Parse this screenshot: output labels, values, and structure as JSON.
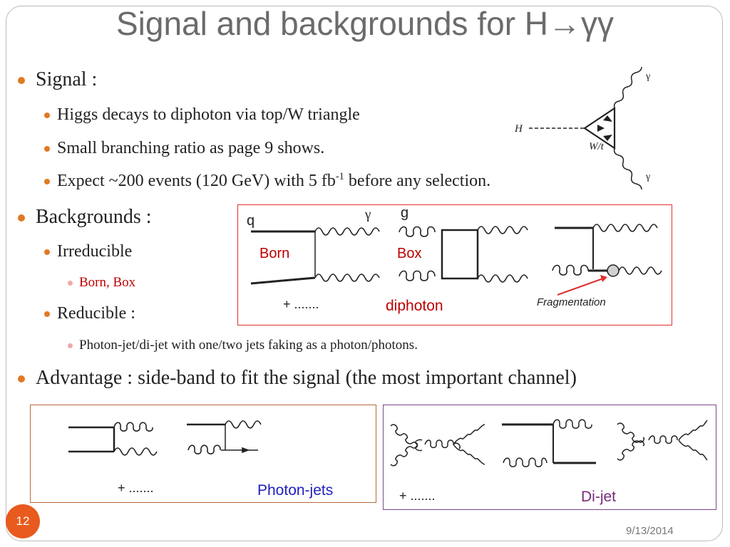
{
  "title": "Signal and backgrounds for H→γγ",
  "bullets": {
    "signal": "Signal :",
    "signal_items": [
      "Higgs decays to diphoton via top/W triangle",
      "Small branching ratio as page 9 shows."
    ],
    "expect_pre": "Expect ~200 events (120 GeV) with 5 fb",
    "expect_sup": "-1",
    "expect_post": " before any selection.",
    "backgrounds": "Backgrounds :",
    "irreducible": "Irreducible",
    "born_box": "Born, Box",
    "reducible": "Reducible :",
    "photon_jet_desc": "Photon-jet/di-jet with one/two jets faking as a photon/photons.",
    "advantage": "Advantage : side-band to fit the signal  (the most important channel)"
  },
  "higgs_diagram": {
    "h": "H",
    "wt": "W/t",
    "gamma_top": "γ",
    "gamma_bottom": "γ"
  },
  "diphoton_box": {
    "q": "q",
    "gamma": "γ",
    "g": "g",
    "born": "Born",
    "box": "Box",
    "plus": "+ .......",
    "diphoton": "diphoton",
    "fragmentation": "Fragmentation"
  },
  "photon_jets_box": {
    "plus": "+ .......",
    "label": "Photon-jets"
  },
  "dijet_box": {
    "plus": "+ .......",
    "label": "Di-jet"
  },
  "slide_number": "12",
  "date": "9/13/2014",
  "colors": {
    "bullet": "#e07a22",
    "red": "#c00000",
    "blue": "#1f1fbf",
    "purple": "#7a2a7a",
    "box_red": "#e03030",
    "box_purple": "#7a4a8a",
    "slide_badge": "#e85a1e"
  }
}
